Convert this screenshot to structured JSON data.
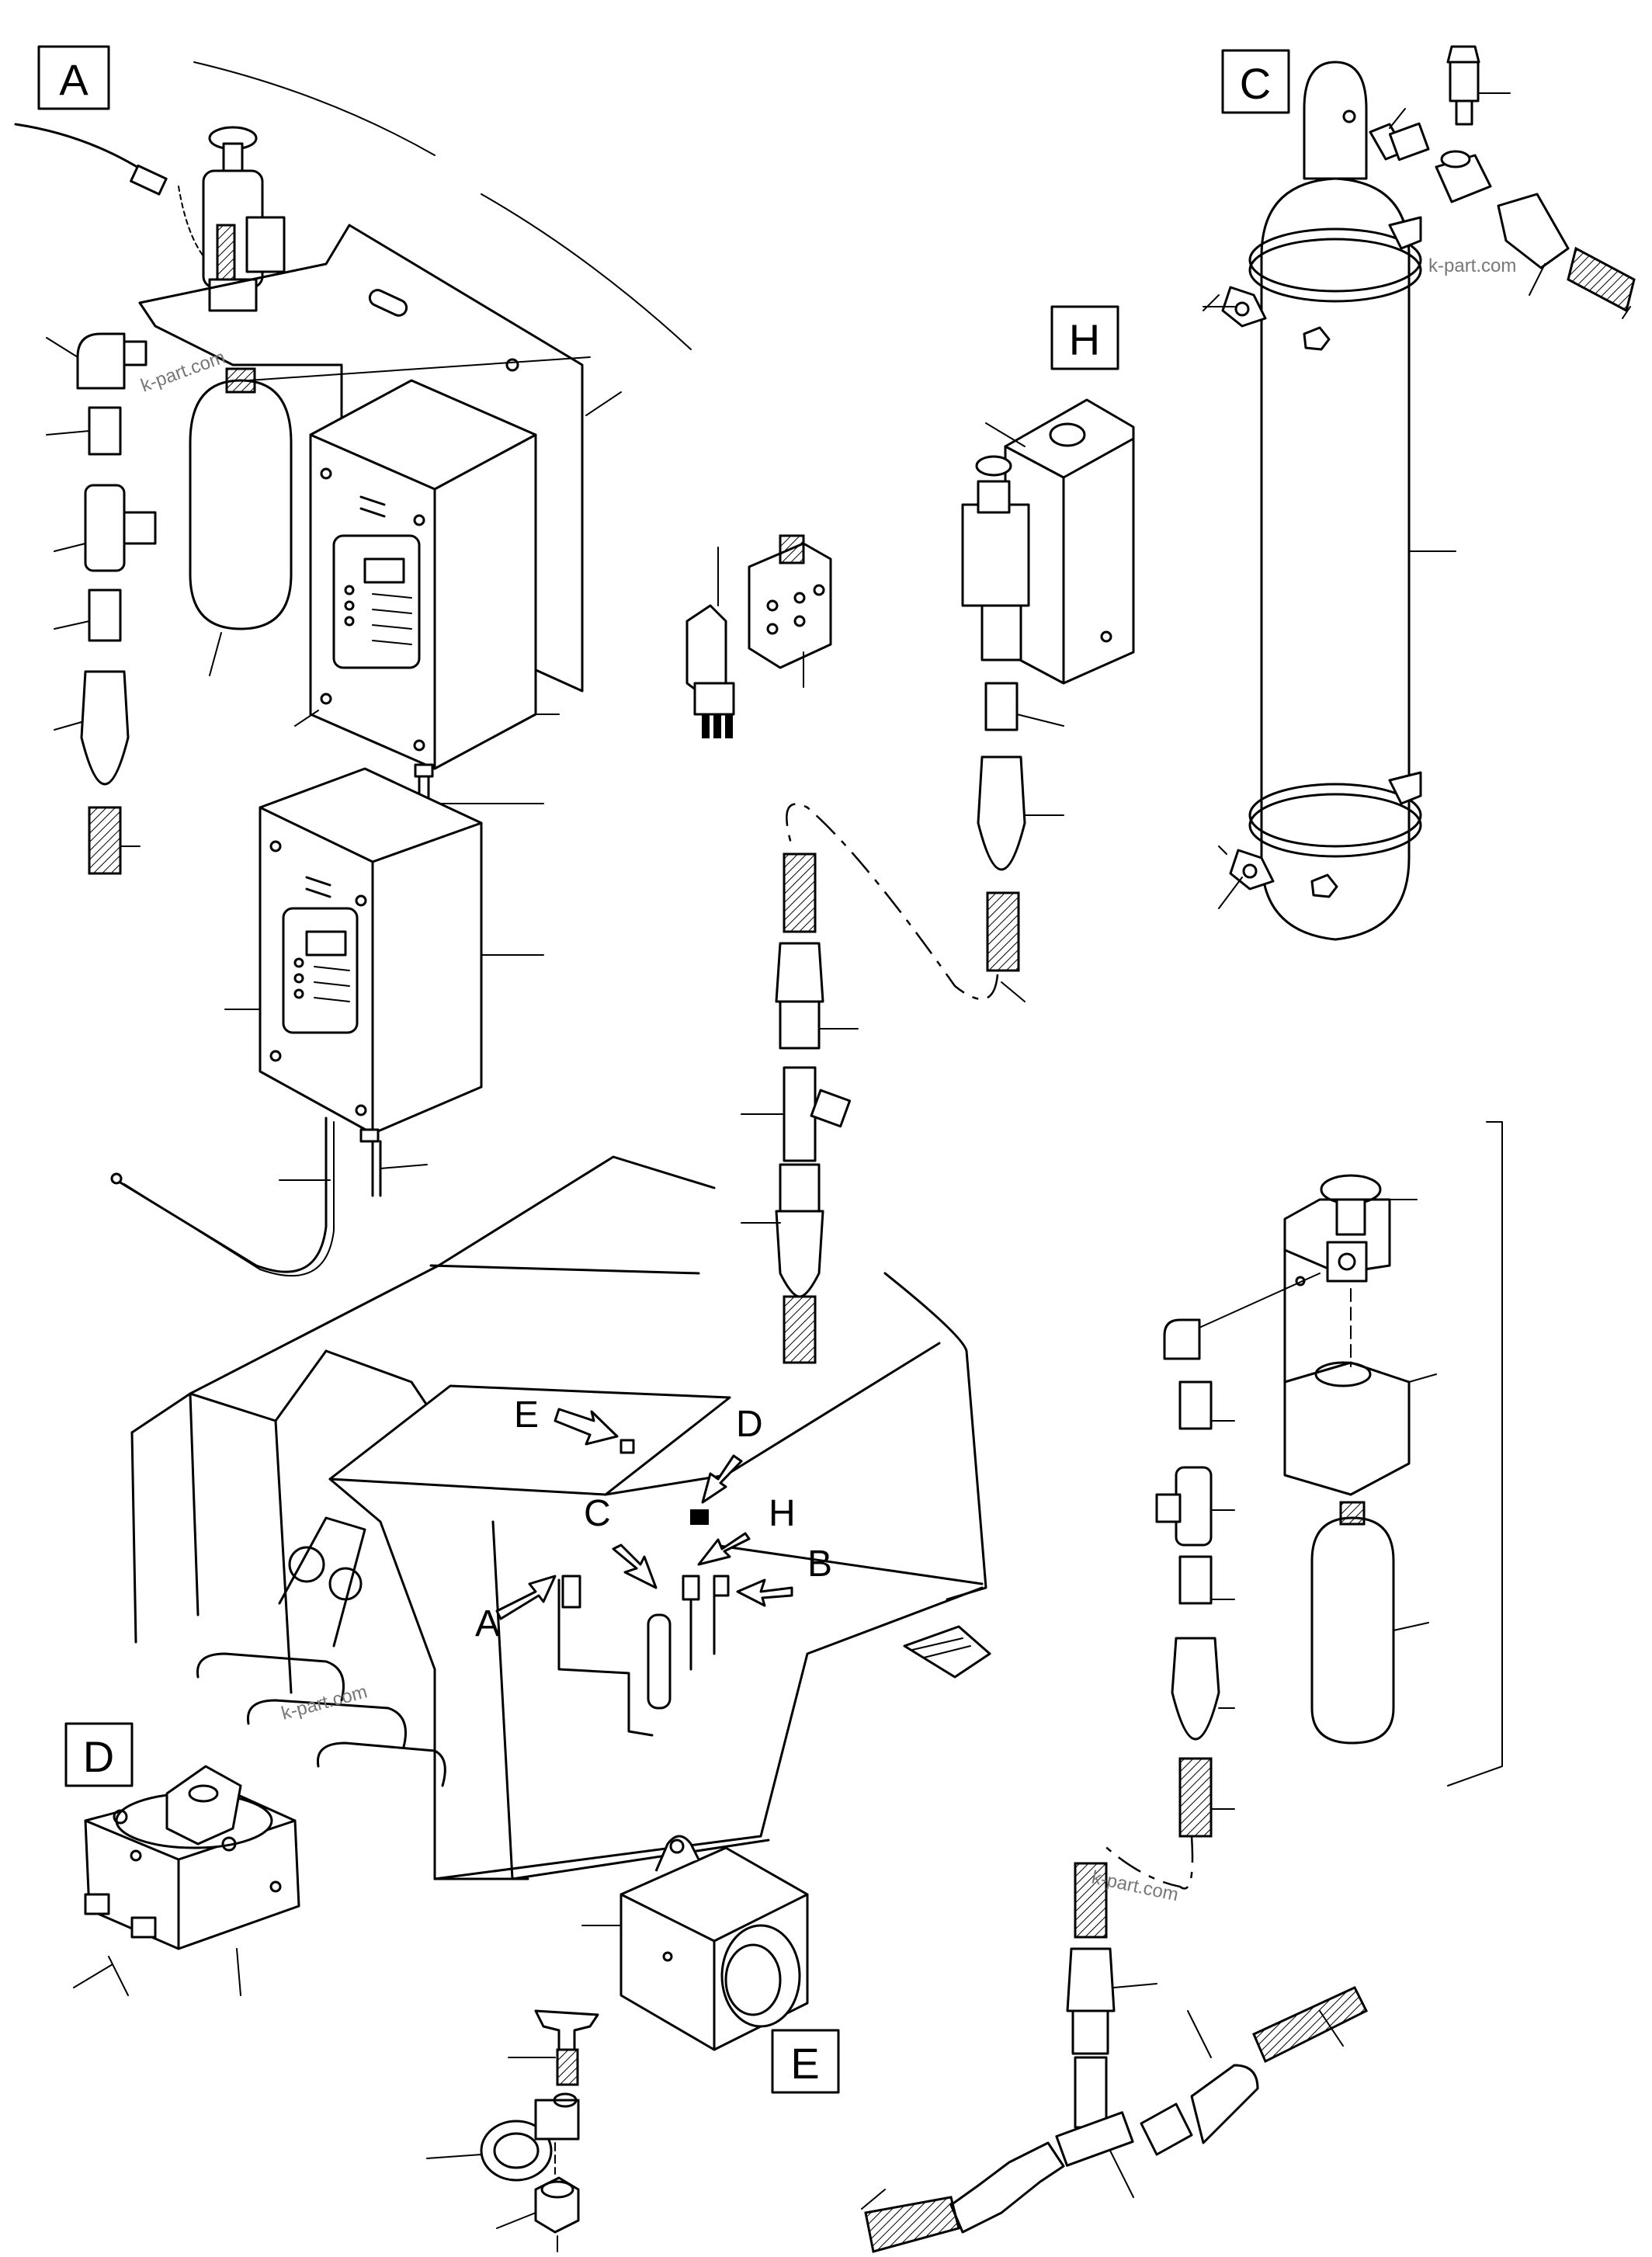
{
  "detail_boxes": [
    {
      "id": "A",
      "label": "A"
    },
    {
      "id": "C",
      "label": "C"
    },
    {
      "id": "H",
      "label": "H"
    },
    {
      "id": "D",
      "label": "D"
    },
    {
      "id": "E",
      "label": "E"
    }
  ],
  "location_arrows": [
    {
      "id": "A",
      "label": "A"
    },
    {
      "id": "B",
      "label": "B"
    },
    {
      "id": "C",
      "label": "C"
    },
    {
      "id": "D",
      "label": "D"
    },
    {
      "id": "E",
      "label": "E"
    },
    {
      "id": "H",
      "label": "H"
    }
  ],
  "watermarks": [
    "k-part.com",
    "k-part.com",
    "k-part.com",
    "k-part.com"
  ],
  "colors": {
    "ink": "#000000",
    "paper": "#ffffff",
    "watermark": "#777777"
  }
}
